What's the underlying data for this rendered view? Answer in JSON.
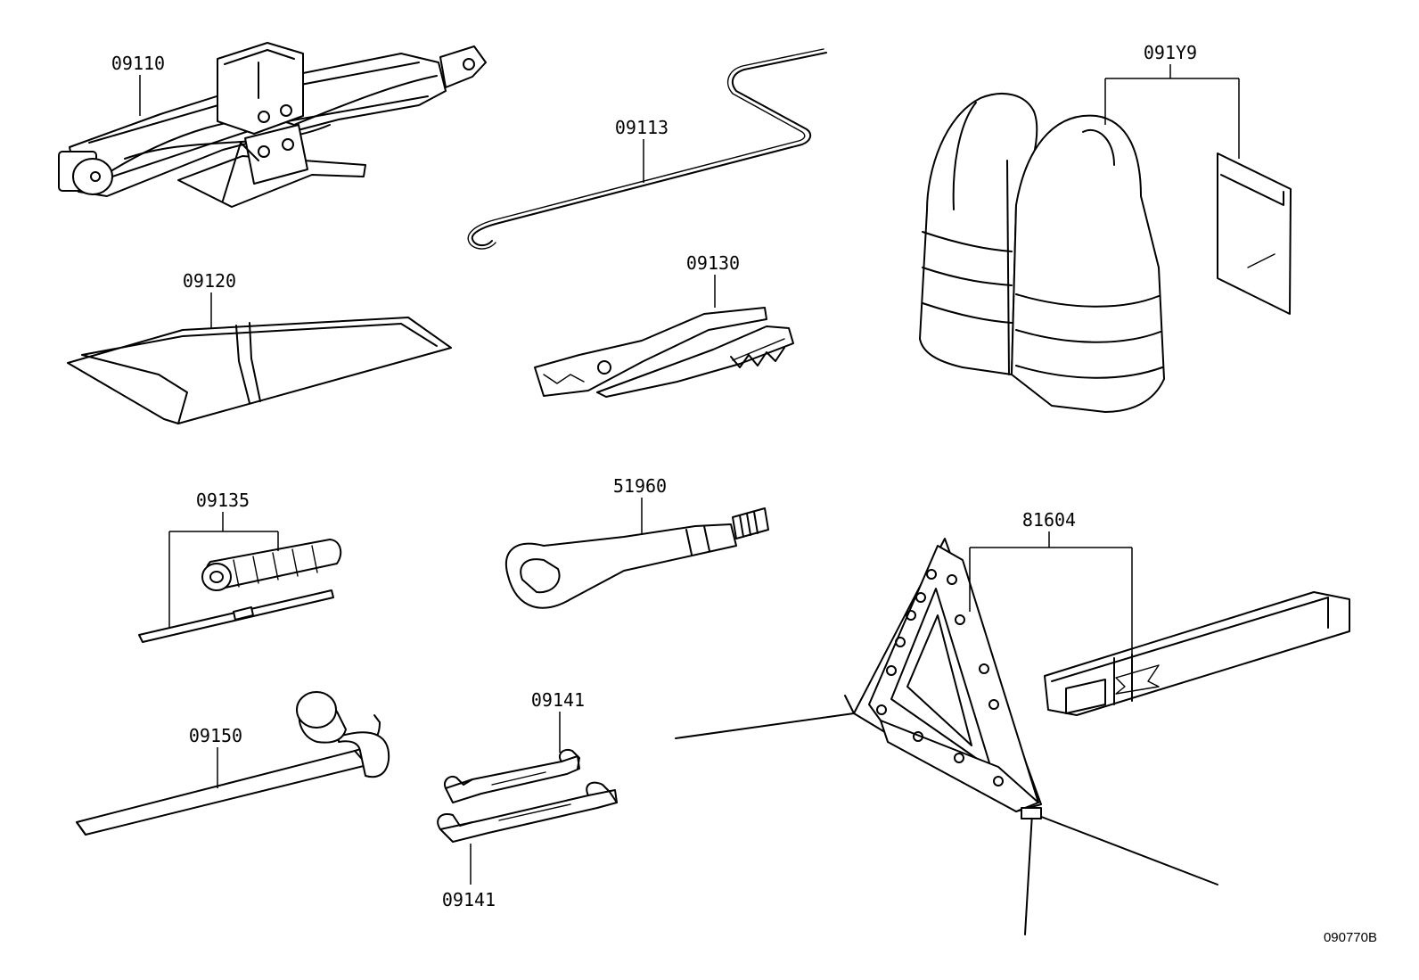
{
  "parts": [
    {
      "id": "jack",
      "label": "09110"
    },
    {
      "id": "jack-handle",
      "label": "09113"
    },
    {
      "id": "tool-bag",
      "label": "09120"
    },
    {
      "id": "pliers",
      "label": "09130"
    },
    {
      "id": "safety-vest",
      "label": "091Y9"
    },
    {
      "id": "screwdriver",
      "label": "09135"
    },
    {
      "id": "tow-hook",
      "label": "51960"
    },
    {
      "id": "warning-triangle",
      "label": "81604"
    },
    {
      "id": "lug-wrench",
      "label": "09150"
    },
    {
      "id": "wrench-upper",
      "label": "09141"
    },
    {
      "id": "wrench-lower",
      "label": "09141"
    }
  ],
  "diagram_code": "090770B",
  "colors": {
    "line": "#000000",
    "background": "#ffffff"
  }
}
